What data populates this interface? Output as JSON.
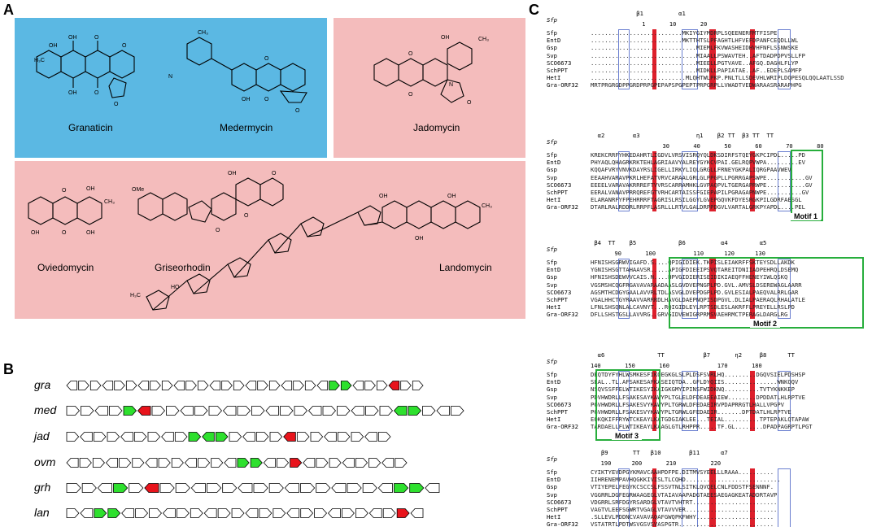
{
  "panels": {
    "a": "A",
    "b": "B",
    "c": "C"
  },
  "compounds": {
    "granaticin": "Granaticin",
    "medermycin": "Medermycin",
    "jadomycin": "Jadomycin",
    "oviedomycin": "Oviedomycin",
    "griseorhodin": "Griseorhodin",
    "landomycin": "Landomycin"
  },
  "colors": {
    "blue_box": "#5bb8e3",
    "pink_box": "#f4bcbc",
    "motif_green": "#27ae3c",
    "conserved_red": "#dd1f2b",
    "similar_frame_blue": "#6a7fd0",
    "gene_green": "#2ee02e",
    "gene_red": "#e8141c"
  },
  "gene_clusters": [
    {
      "label": "gra"
    },
    {
      "label": "med"
    },
    {
      "label": "jad"
    },
    {
      "label": "ovm"
    },
    {
      "label": "grh"
    },
    {
      "label": "lan"
    }
  ],
  "alignment": {
    "ref": "Sfp",
    "names": [
      "Sfp",
      "EntD",
      "Gsp",
      "Svp",
      "SCO6673",
      "SchPPT",
      "HetI",
      "Gra-ORF32"
    ],
    "blocks": [
      {
        "ss": "             β1          α1",
        "nums": "               1       10       20",
        "seqs": [
          "..........................MKIYGIYMDRPLSQEENERFMTFISPE",
          "..........................MKTTHTSLPFAGHTLHFVEFDPANFCEQDLLWL",
          "..............................MIEMLFKVWASHEIDHVHFNFLSSNWSKE",
          "..............................MIAALLPSWAVTEH..AFTDADPDPVSLLFP",
          "..............................MIEELLPGTVAVE..AFGQ.DAGHLFLYP",
          "..............................MIDKLLPAPIATAE..AF..EDEPLSAMFP",
          "...........................MLQHTWLPKP.PNLTLLSDEVHLWRIPLDQPESQLQQLAATLSSD",
          "MRTPRGRGDPPGRDPRPGPEPAPSPGPEPTPRPGRPLLVWADTVEDWARAASRARAPHPG"
        ],
        "motif": ""
      },
      {
        "ss": "  α2        α3                η1    β2 TT  β3 TT  TT",
        "nums": "                     30       40       50       60       70       80",
        "seqs": [
          "KREKCRRFYHKEDAHRTLIGDVLVRSVISRQYQLDKSDIRFSTQEYGKPCIPDL.....PD",
          "PHYAQLQHAGRKRKTEHLAGRIAAVYALREYGYKCVPAI.GELRQPVWPA.........EV",
          "KQQAFVRYVNVKDAYRSLIGELLIRKYLIQLGRGLLFRNEYGKPALIQRGPAAVWEV",
          "EEAAHVARAVPKRLHEFATVRVCARAALGRLGLPPGPLLPGRRGAPSWPE...........GV",
          "EEEELVARAVAKRRREFTVVRSCARRAMHKLGVPAQPVLTGERGAPRWPE...........GV",
          "EERALVANAVPRRQREFGTVRHCARTAISSFGIEPAPILPGRAGAPNWPE..........GV",
          "ELARANRFYFPEHRRRFTAGRISLRSILGGYLGVEPGQVKFDYESRGKPILGDRFAESGL",
          "DTARLRALRDDRLRRPFLASRLLLRTVLGALDRPPDGVLVARTALGRKPYAPDL....PEL"
        ],
        "motif": "Motif 1"
      },
      {
        "ss": " β4  TT    β5            β6          α4         α5",
        "nums": "       90       100           110      120      130",
        "seqs": [
          "HFNISHSGRWVIGAFD.S....QPIGIDIEK.TKPISLEIAKRFFSKTEYSDLLAKDK",
          "YGNISHSGTTAHAAVSR.....APIGFDIEEIPSVQTAREITDNIIADPEHRQLDSEMQ",
          "HFNISHSDEWVVCAIS.N....HPVGIDIERISEIDIKIAEQFFHENEYIWLQSKQ",
          "VGSMSHCQGFRGAVAVARAADAASLGVDVEPNGPLPD.GVL.AMVSLDSEREWAGLAARR",
          "AGSMTHCDGYGAALAVVRLTDLASVGLDVEPDGPLPD.GVLESIALPAEQVALRRLGAR",
          "VGALHHCTGYRAAVVARRRDLHAVGLDAEPNQPISDPGVL.DLIALPAERAQLRHALATLE",
          "LFNLSHSQNLALCAVNYT...RQIGIDLEYLRPTSDLESLAKRFFLPREYELLRSLPD",
          "DFLLSHSTGSLLAVVRG..GRVGIDVEWIGRPRMSVAEHRMCTPERAGLDARGLRG"
        ],
        "motif": "Motif 2"
      },
      {
        "ss": "  α6               TT           β7       η2     β8      TT",
        "nums": "140       150       160              170       180",
        "seqs": [
          "DEQTDYFYHLWSMKESFIKQEGKGLSLPLDSFSVRLHQ.........DGQVSIELPDSHSP",
          "SLAL..TL.AFSAKESAFKASEIQTDA..GFLDYQIIS...............WNKQQV",
          "NSQVSSFFELWTIKESYIKAIGKGMYIPINSFWIDKNQ..........TVTYKNKKEP",
          "PDVHWDRLLFSAKESAYKAWYPLTGLELDFDEAEEAIEW........DPDDATLHLRPTVE",
          "PGVHWDRLLFSAKESVYKAWYPLTGRWLDFEDAEIRVPDAPRRGTLHALLVPGPV",
          "PGVHWDRLLFSAKESVYKAWYPLTGRWLGFEDAEIR.......DPTDATLHLRPTVE",
          "EQKQKIFFRYWTCKEAYLKATGDGIAKLEE...TEIAL..........TPTEPAKLQTAPAW",
          "TARDAELLFLWTIKEAYLKAAGLGTLRHPPR.....TF.GL........DPADPAGRPTLPGT"
        ],
        "motif": "Motif 3"
      },
      {
        "ss": "   β9       TT   β10        β11      α7",
        "nums": "   190      200       210          220",
        "seqs": [
          "CYIKTYEVDPGYKMAVCAAHPDFPE.DITMVSYEELLLRAAA..........",
          "IIHRENEMPAVHQGKKIVISLTLCQHD...........................",
          "VTIYEPELFEGYKCSCCSLFSSVTNLSITKLQVQELCNLFDDSTFSENNNF.",
          "VGGRRLDGFEGRWAAGEGLVTAIAVAAPADGTAEESAEGAGKEATADDRTAVP",
          "VDGRRLSRFDGYRSARDGLVTAVTVHTRT........................",
          "VAGTVLEEFSGWRTVGAGLVTAVVVER..........................",
          ".SLLEVLPDDNCVAVAVAQAFGWQPKFWHY......................",
          "VSTATRTLPDTWSVGSVSVASPGTR..........................."
        ],
        "motif": ""
      }
    ]
  }
}
